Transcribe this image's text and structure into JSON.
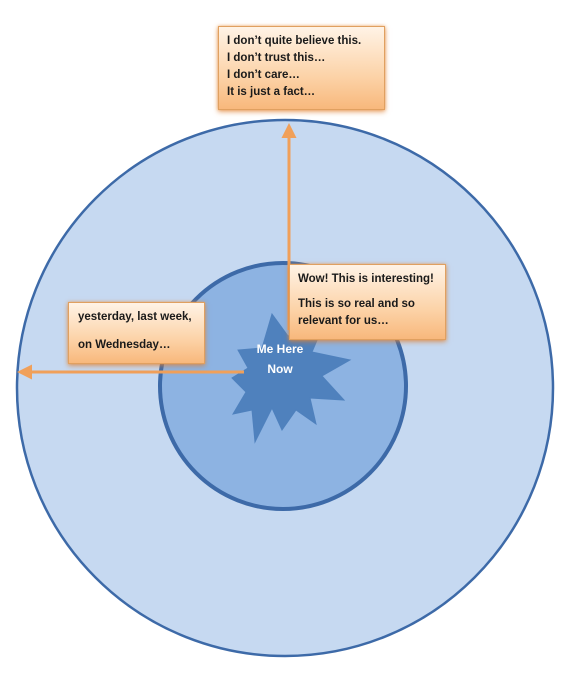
{
  "colors": {
    "outer_circle_fill": "#c6d9f1",
    "inner_circle_fill": "#8db3e2",
    "circle_stroke": "#3d6aa8",
    "star_fill": "#4f81bd",
    "arrow": "#f0a05a",
    "box_border": "#e0a060"
  },
  "center": {
    "lines": [
      "Me",
      "Here",
      "Now"
    ]
  },
  "top_box": {
    "lines": [
      "I don’t quite believe this.",
      "I don’t trust this…",
      "I don’t care…",
      "It is just a fact…"
    ]
  },
  "right_box": {
    "line1": "Wow! This is interesting!",
    "line2": "This is so real and so",
    "line3": "relevant for us…"
  },
  "left_box": {
    "line1": "yesterday, last week,",
    "line2": "on Wednesday…"
  }
}
